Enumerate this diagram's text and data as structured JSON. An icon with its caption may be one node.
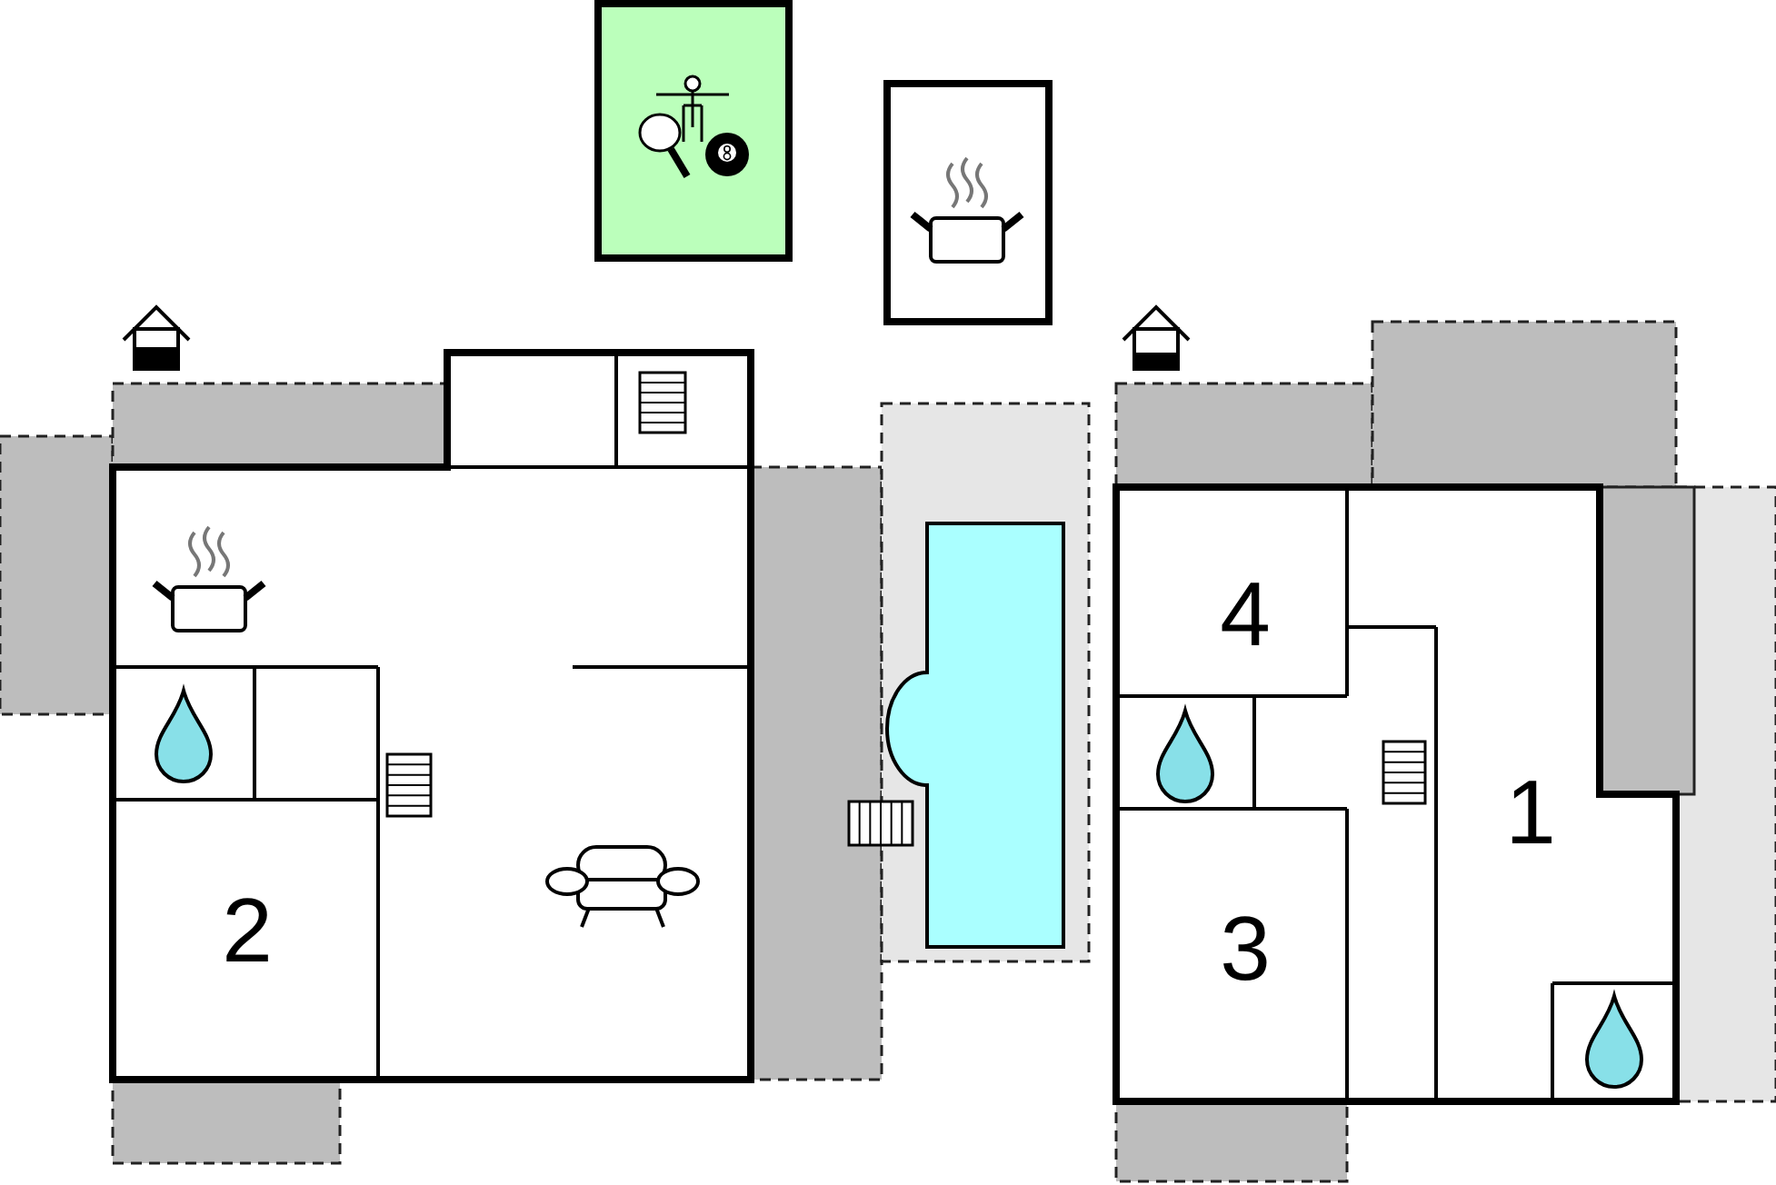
{
  "diagram": {
    "labels": [
      "4",
      "1",
      "2",
      "3"
    ]
  }
}
